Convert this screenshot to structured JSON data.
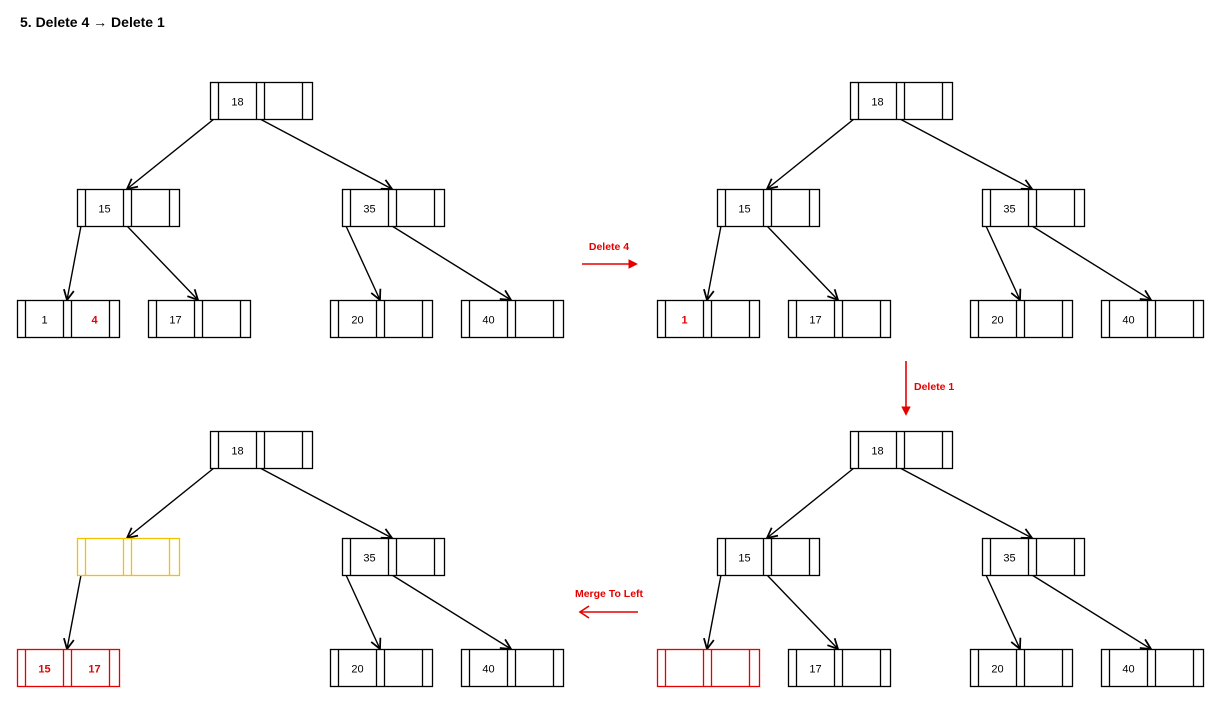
{
  "title": "5. Delete 4 → Delete 1",
  "colors": {
    "default": "#000000",
    "highlight": "#e60000",
    "merge_target": "#f2c200"
  },
  "panels": [
    {
      "id": "before",
      "root": [
        "18",
        ""
      ],
      "level1": [
        {
          "keys": [
            "15",
            ""
          ]
        },
        {
          "keys": [
            "35",
            ""
          ]
        }
      ],
      "leaves": [
        {
          "keys": [
            "1",
            "4"
          ],
          "red_keys": [
            1
          ]
        },
        {
          "keys": [
            "17",
            ""
          ]
        },
        {
          "keys": [
            "20",
            ""
          ]
        },
        {
          "keys": [
            "40",
            ""
          ]
        }
      ]
    },
    {
      "id": "after-delete-4",
      "root": [
        "18",
        ""
      ],
      "level1": [
        {
          "keys": [
            "15",
            ""
          ]
        },
        {
          "keys": [
            "35",
            ""
          ]
        }
      ],
      "leaves": [
        {
          "keys": [
            "1",
            ""
          ],
          "red_keys": [
            0
          ]
        },
        {
          "keys": [
            "17",
            ""
          ]
        },
        {
          "keys": [
            "20",
            ""
          ]
        },
        {
          "keys": [
            "40",
            ""
          ]
        }
      ]
    },
    {
      "id": "after-delete-1",
      "root": [
        "18",
        ""
      ],
      "level1": [
        {
          "keys": [
            "15",
            ""
          ]
        },
        {
          "keys": [
            "35",
            ""
          ]
        }
      ],
      "leaves": [
        {
          "keys": [
            "",
            ""
          ],
          "node_color": "highlight"
        },
        {
          "keys": [
            "17",
            ""
          ]
        },
        {
          "keys": [
            "20",
            ""
          ]
        },
        {
          "keys": [
            "40",
            ""
          ]
        }
      ]
    },
    {
      "id": "after-merge",
      "root": [
        "18",
        ""
      ],
      "level1": [
        {
          "keys": [
            "",
            ""
          ],
          "node_color": "merge_target"
        },
        {
          "keys": [
            "35",
            ""
          ]
        }
      ],
      "leaves": [
        {
          "keys": [
            "15",
            "17"
          ],
          "node_color": "highlight",
          "red_keys": [
            0,
            1
          ]
        },
        null,
        {
          "keys": [
            "20",
            ""
          ]
        },
        {
          "keys": [
            "40",
            ""
          ]
        }
      ]
    }
  ],
  "steps": [
    {
      "label": "Delete 4",
      "direction": "right"
    },
    {
      "label": "Delete 1",
      "direction": "down"
    },
    {
      "label": "Merge To Left",
      "direction": "left"
    }
  ]
}
